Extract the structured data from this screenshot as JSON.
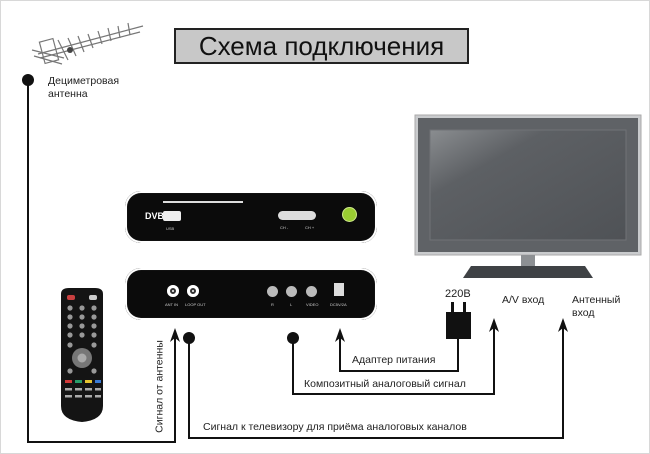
{
  "title": "Схема подключения",
  "antenna": {
    "label_line1": "Дециметровая",
    "label_line2": "антенна",
    "icon": "uhf-antenna-icon"
  },
  "receiver_front": {
    "logo": "DVB",
    "usb_label": "USB",
    "ch_minus": "CH -",
    "ch_plus": "CH +",
    "power_color": "#9acd32"
  },
  "receiver_rear": {
    "ports": [
      "ANT IN",
      "LOOP OUT",
      "R",
      "L",
      "VIDEO",
      "DC5V/2A"
    ]
  },
  "tv": {
    "icon": "lcd-tv-icon"
  },
  "remote": {
    "icon": "remote-control-icon",
    "color_keys": [
      "#d23a3a",
      "#2a9d6a",
      "#e6c530",
      "#3a7bd5"
    ]
  },
  "labels": {
    "power_voltage": "220В",
    "av_input": "A/V вход",
    "antenna_input_line1": "Антенный",
    "antenna_input_line2": "вход",
    "signal_from_antenna": "Сигнал от антенны",
    "power_adapter": "Адаптер питания",
    "composite_signal": "Композитный аналоговый сигнал",
    "signal_to_tv": "Сигнал к телевизору для приёма аналоговых каналов"
  }
}
